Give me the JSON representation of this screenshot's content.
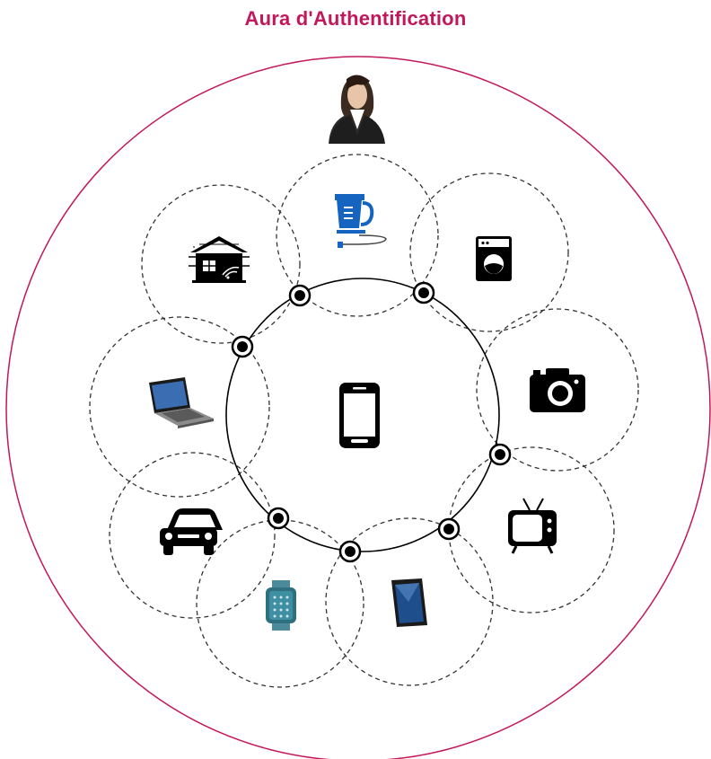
{
  "title": "Aura d'Authentification",
  "colors": {
    "title": "#c2185b",
    "aura_circle": "#c2185b",
    "ring": "#000000",
    "dashed_circles": "#333333",
    "node": "#000000",
    "kettle": "#1565c0",
    "watch": "#2e6f80",
    "icons": "#000000"
  },
  "nodes": [
    {
      "name": "user",
      "icon": "businesswoman-avatar-icon"
    },
    {
      "name": "center-device",
      "icon": "smartphone-icon"
    },
    {
      "name": "devices",
      "icons": [
        "electric-kettle-icon",
        "washing-machine-icon",
        "camera-icon",
        "television-icon",
        "tablet-icon",
        "smartwatch-icon",
        "car-icon",
        "laptop-icon",
        "smart-home-icon"
      ]
    }
  ]
}
